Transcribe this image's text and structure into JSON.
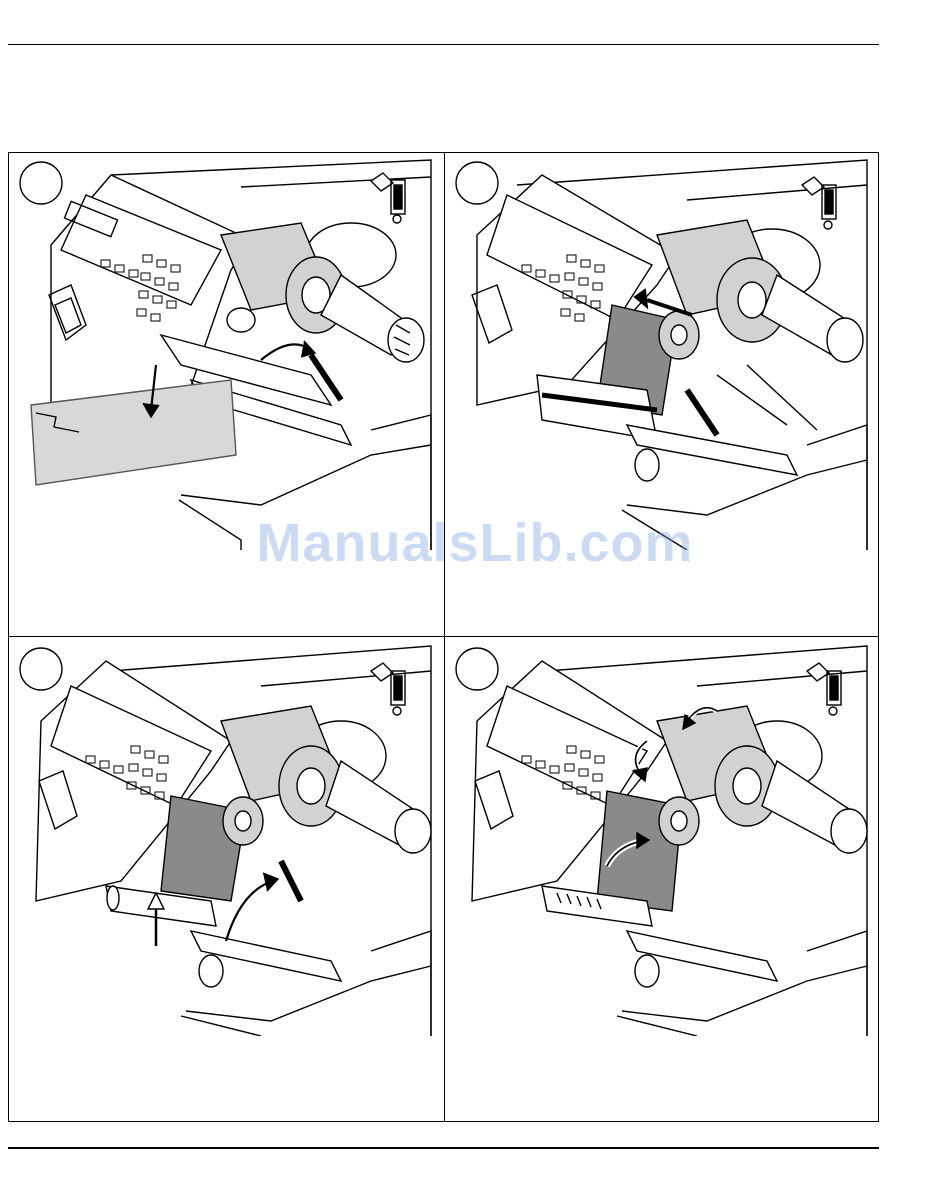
{
  "page": {
    "watermark": "ManualsLib.com"
  },
  "panels": [
    {
      "step": "",
      "arrow": "drop"
    },
    {
      "step": "",
      "arrow": "push"
    },
    {
      "step": "",
      "arrow": "lift"
    },
    {
      "step": "",
      "arrow": "wind"
    }
  ],
  "colors": {
    "ink": "#000000",
    "ribbon": "#d2d2d2",
    "ribbon_dark": "#8a8a8a",
    "watermark": "#78a0dc"
  }
}
